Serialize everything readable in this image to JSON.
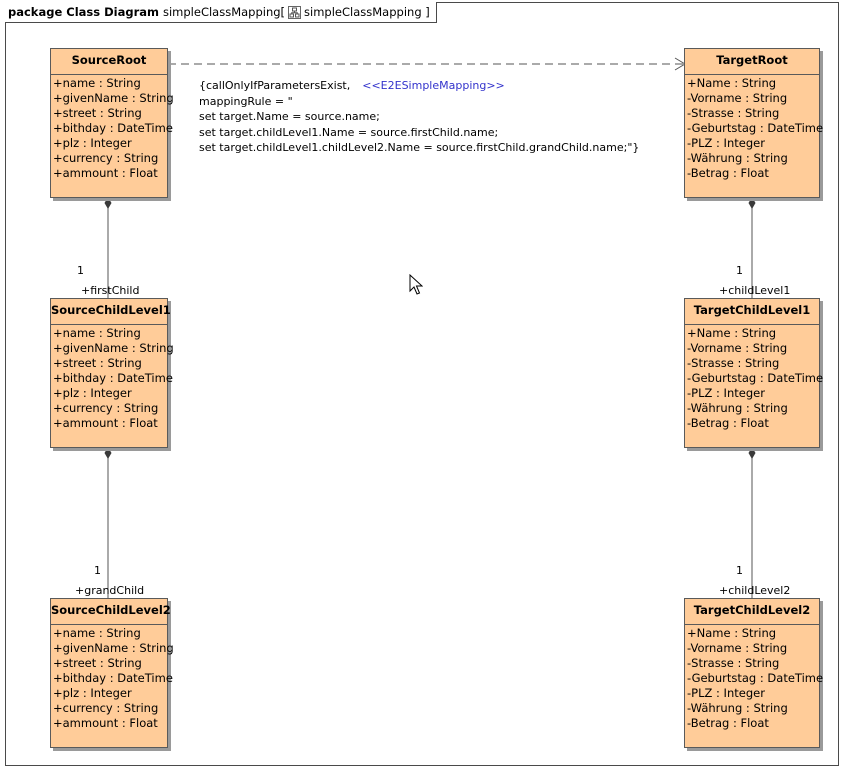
{
  "frame": {
    "keyword": "package Class Diagram",
    "name": "simpleClassMapping[",
    "diagram_ref": "simpleClassMapping ]"
  },
  "classes": {
    "source_root": {
      "name": "SourceRoot",
      "attributes": [
        "+name : String",
        "+givenName : String",
        "+street : String",
        "+bithday : DateTime",
        "+plz : Integer",
        "+currency : String",
        "+ammount : Float"
      ]
    },
    "source_child_level1": {
      "name": "SourceChildLevel1",
      "attributes": [
        "+name : String",
        "+givenName : String",
        "+street : String",
        "+bithday : DateTime",
        "+plz : Integer",
        "+currency : String",
        "+ammount : Float"
      ]
    },
    "source_child_level2": {
      "name": "SourceChildLevel2",
      "attributes": [
        "+name : String",
        "+givenName : String",
        "+street : String",
        "+bithday : DateTime",
        "+plz : Integer",
        "+currency : String",
        "+ammount : Float"
      ]
    },
    "target_root": {
      "name": "TargetRoot",
      "attributes": [
        "+Name : String",
        "-Vorname : String",
        "-Strasse : String",
        "-Geburtstag : DateTime",
        "-PLZ : Integer",
        "-Währung : String",
        "-Betrag : Float"
      ]
    },
    "target_child_level1": {
      "name": "TargetChildLevel1",
      "attributes": [
        "+Name : String",
        "-Vorname : String",
        "-Strasse : String",
        "-Geburtstag : DateTime",
        "-PLZ : Integer",
        "-Währung : String",
        "-Betrag : Float"
      ]
    },
    "target_child_level2": {
      "name": "TargetChildLevel2",
      "attributes": [
        "+Name : String",
        "-Vorname : String",
        "-Strasse : String",
        "-Geburtstag : DateTime",
        "-PLZ : Integer",
        "-Währung : String",
        "-Betrag : Float"
      ]
    }
  },
  "associations": {
    "source_first_child": {
      "multiplicity": "1",
      "role": "+firstChild"
    },
    "source_grand_child": {
      "multiplicity": "1",
      "role": "+grandChild"
    },
    "target_child_level1": {
      "multiplicity": "1",
      "role": "+childLevel1"
    },
    "target_child_level2": {
      "multiplicity": "1",
      "role": "+childLevel2"
    }
  },
  "mapping": {
    "lines": [
      "{callOnlyIfParametersExist,",
      "mappingRule = \"",
      "set target.Name = source.name;",
      "set target.childLevel1.Name = source.firstChild.name;",
      "set target.childLevel1.childLevel2.Name = source.firstChild.grandChild.name;\"}"
    ],
    "stereotype": "<<E2ESimpleMapping>>"
  },
  "colors": {
    "class_fill": "#ffcc99",
    "stereotype": "#3333cc"
  }
}
